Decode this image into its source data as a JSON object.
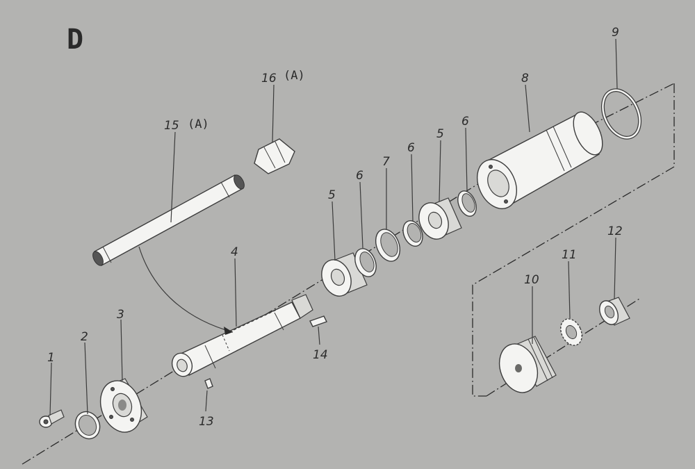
{
  "diagram": {
    "title": "D",
    "callouts": [
      {
        "id": "c1",
        "label": "1"
      },
      {
        "id": "c2",
        "label": "2"
      },
      {
        "id": "c3",
        "label": "3"
      },
      {
        "id": "c4",
        "label": "4"
      },
      {
        "id": "c5a",
        "label": "5"
      },
      {
        "id": "c5b",
        "label": "5"
      },
      {
        "id": "c6a",
        "label": "6"
      },
      {
        "id": "c6b",
        "label": "6"
      },
      {
        "id": "c6c",
        "label": "6"
      },
      {
        "id": "c7",
        "label": "7"
      },
      {
        "id": "c8",
        "label": "8"
      },
      {
        "id": "c9",
        "label": "9"
      },
      {
        "id": "c10",
        "label": "10"
      },
      {
        "id": "c11",
        "label": "11"
      },
      {
        "id": "c12",
        "label": "12"
      },
      {
        "id": "c13",
        "label": "13"
      },
      {
        "id": "c14",
        "label": "14"
      },
      {
        "id": "c15",
        "label": "15"
      },
      {
        "id": "c16",
        "label": "16"
      }
    ],
    "variant_marks": {
      "c15": "(A)",
      "c16": "(A)"
    }
  }
}
